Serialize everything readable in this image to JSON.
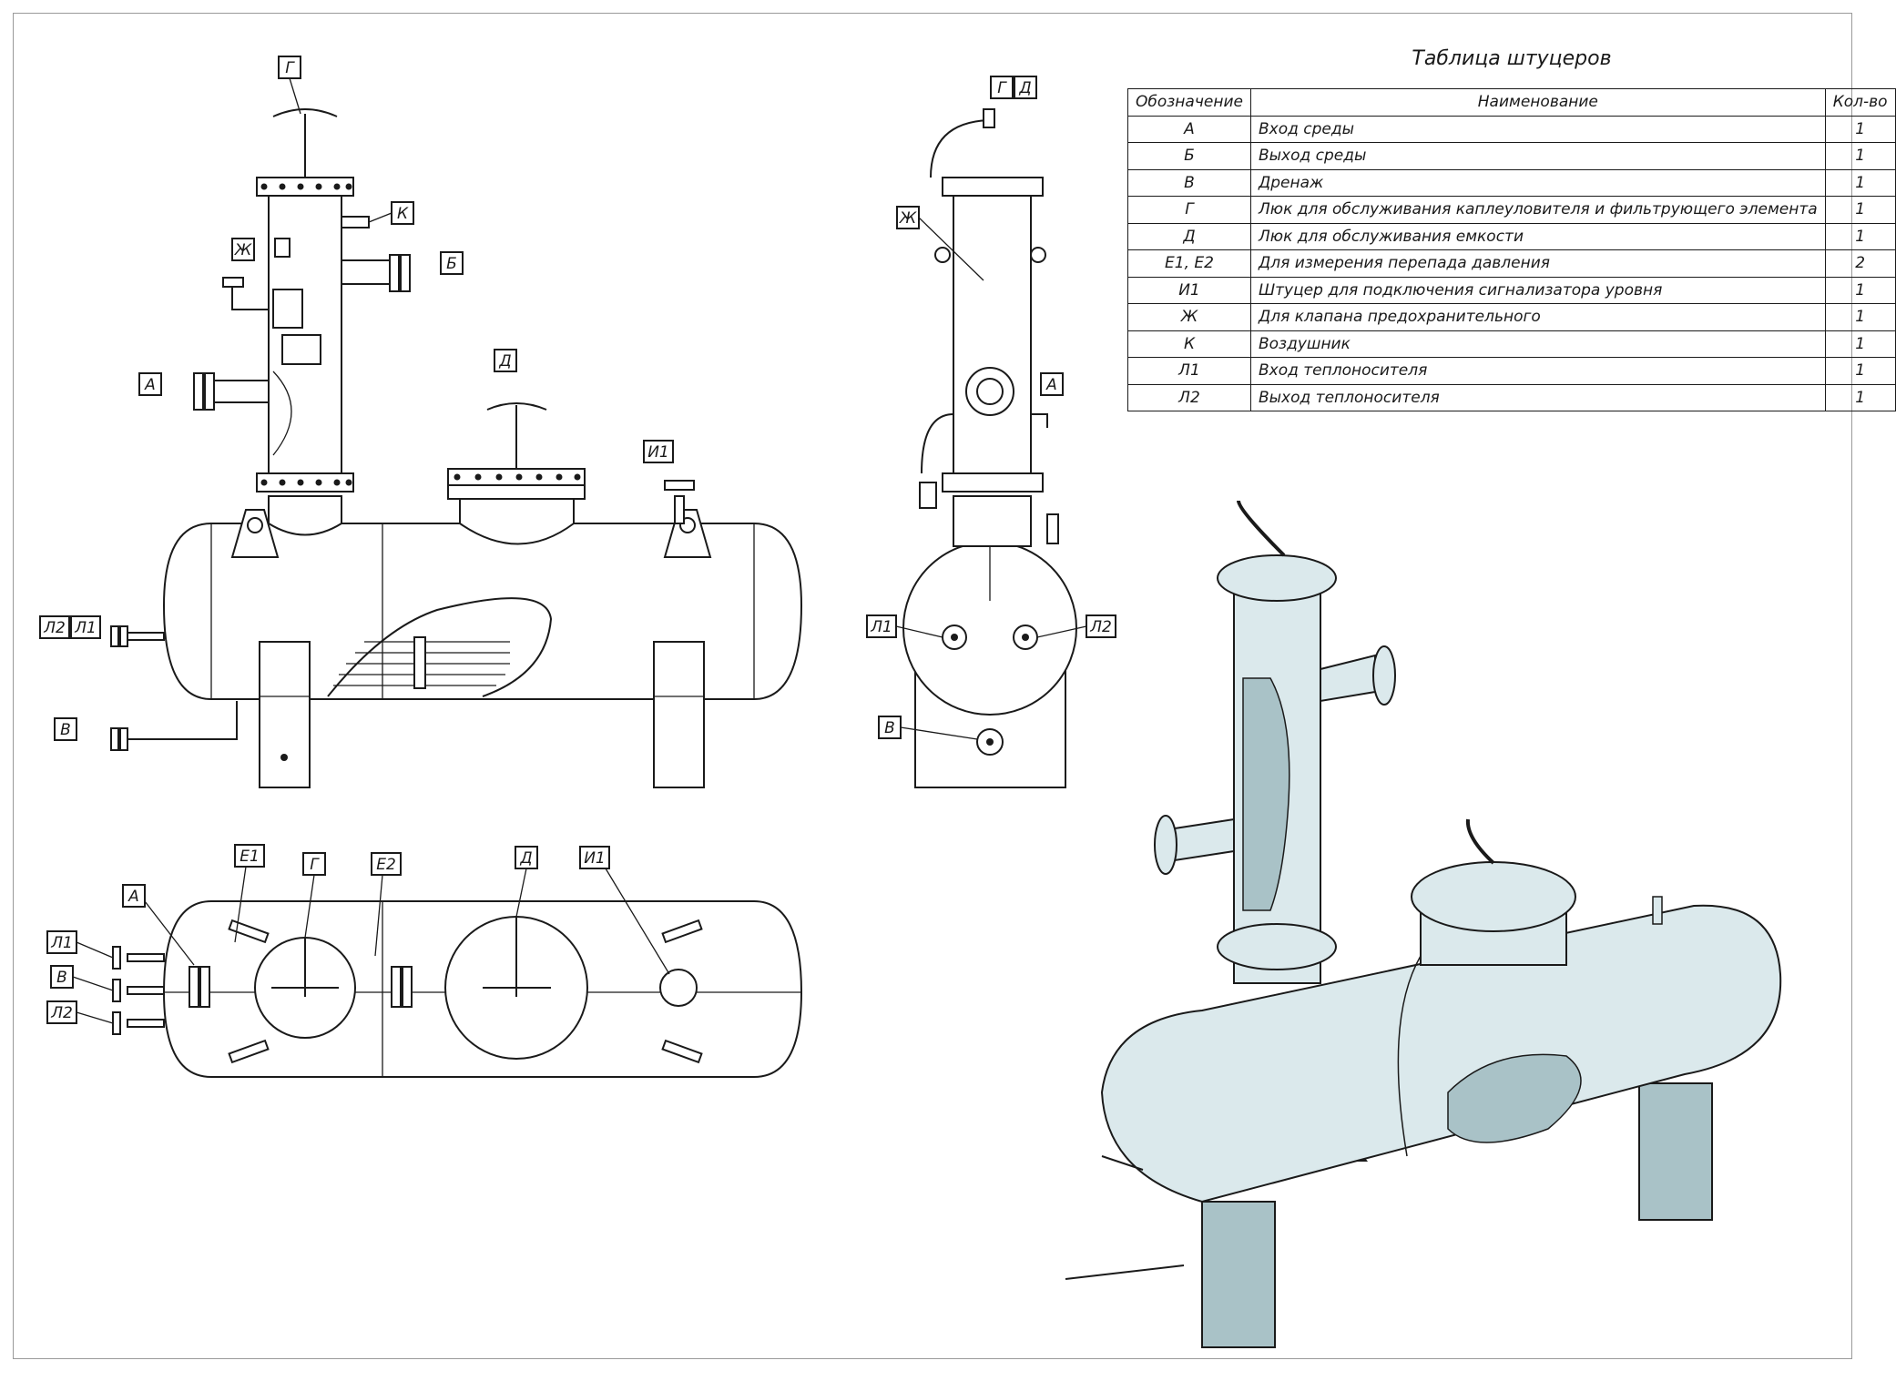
{
  "table": {
    "title": "Таблица штуцеров",
    "headers": [
      "Обозначение",
      "Наименование",
      "Кол-во"
    ],
    "rows": [
      {
        "code": "А",
        "name": "Вход среды",
        "qty": "1"
      },
      {
        "code": "Б",
        "name": "Выход среды",
        "qty": "1"
      },
      {
        "code": "В",
        "name": "Дренаж",
        "qty": "1"
      },
      {
        "code": "Г",
        "name": "Люк для обслуживания каплеуловителя и фильтрующего элемента",
        "qty": "1"
      },
      {
        "code": "Д",
        "name": "Люк для обслуживания емкости",
        "qty": "1"
      },
      {
        "code": "Е1, Е2",
        "name": "Для измерения перепада давления",
        "qty": "2"
      },
      {
        "code": "И1",
        "name": "Штуцер для подключения сигнализатора уровня",
        "qty": "1"
      },
      {
        "code": "Ж",
        "name": "Для клапана предохранительного",
        "qty": "1"
      },
      {
        "code": "К",
        "name": "Воздушник",
        "qty": "1"
      },
      {
        "code": "Л1",
        "name": "Вход теплоносителя",
        "qty": "1"
      },
      {
        "code": "Л2",
        "name": "Выход теплоносителя",
        "qty": "1"
      }
    ]
  },
  "labels": {
    "front": {
      "g": "Г",
      "k": "К",
      "zh": "Ж",
      "b": "Б",
      "a": "А",
      "d": "Д",
      "i1": "И1",
      "l2": "Л2",
      "l1": "Л1",
      "v": "В"
    },
    "side": {
      "g": "Г",
      "d": "Д",
      "zh": "Ж",
      "a": "А",
      "l1": "Л1",
      "l2": "Л2",
      "v": "В"
    },
    "top": {
      "e1": "Е1",
      "g": "Г",
      "e2": "Е2",
      "d": "Д",
      "i1": "И1",
      "a": "А",
      "l1": "Л1",
      "v": "В",
      "l2": "Л2"
    }
  },
  "colors": {
    "line": "#1a1a1a",
    "iso_fill": "#dbe9ec",
    "iso_shade": "#a9c2c7",
    "frame": "#9a9a9a"
  }
}
